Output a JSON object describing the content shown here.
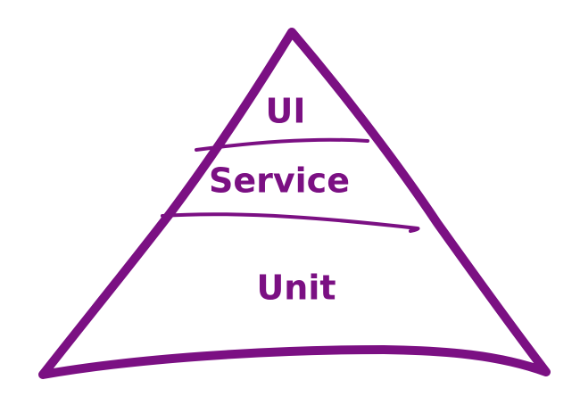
{
  "diagram": {
    "type": "pyramid",
    "stroke_color": "#7b1083",
    "background": "#ffffff",
    "layers": [
      {
        "label": "UI"
      },
      {
        "label": "Service"
      },
      {
        "label": "Unit"
      }
    ]
  }
}
